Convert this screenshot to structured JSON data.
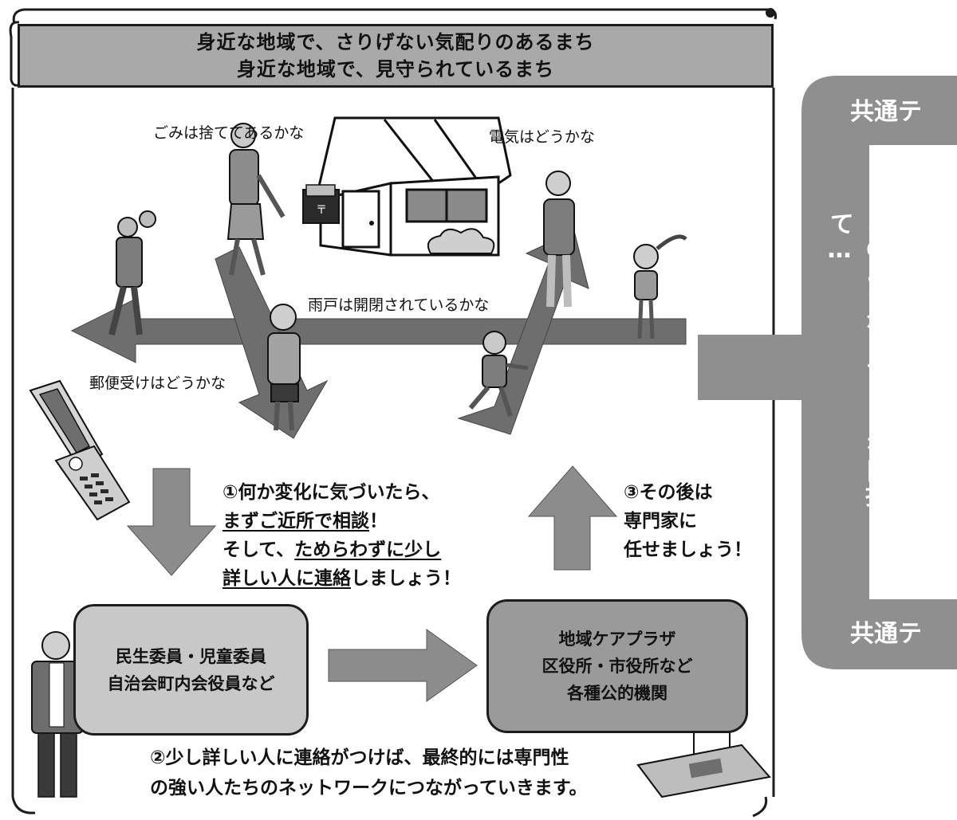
{
  "banner": {
    "line1": "身近な地域で、さりげない気配りのあるまち",
    "line2": "身近な地域で、見守られているまち"
  },
  "scene": {
    "label_garbage": "ごみは捨ててあるかな",
    "label_electric": "電気はどうかな",
    "label_shutter": "雨戸は開閉されているかな",
    "label_mailbox": "郵便受けはどうかな",
    "mailbox_mark": "〒"
  },
  "step1": {
    "line1": "①何か変化に気づいたら、",
    "line2_underlined": "まずご近所で相談",
    "line2_rest": "！",
    "line3_plain": "そして、",
    "line3_underlined": "ためらわずに少し",
    "line4_underlined": "詳しい人に連絡",
    "line4_rest": "しましょう！"
  },
  "step3": {
    "line1": "③その後は",
    "line2": "専門家に",
    "line3": "任せましょう！"
  },
  "box_left": {
    "line1": "民生委員・児童委員",
    "line2": "自治会町内会役員など"
  },
  "box_right": {
    "line1": "地域ケアプラザ",
    "line2": "区役所・市役所など",
    "line3": "各種公的機関"
  },
  "step2": {
    "line1": "②少し詳しい人に連絡がつけば、最終的には専門性",
    "line2": "の強い人たちのネットワークにつながっていきます。"
  },
  "side_panel": {
    "title_top": "共通テ",
    "vertical_text": "このようなまち・・を目指して…",
    "title_bottom": "共通テ"
  },
  "colors": {
    "banner_bg": "#a9a9a9",
    "road": "#6e6e6e",
    "arrow": "#8c8c8c",
    "box_left_bg": "#c8c8c8",
    "box_right_bg": "#9a9a9a",
    "side_panel": "#8f8f8f"
  }
}
